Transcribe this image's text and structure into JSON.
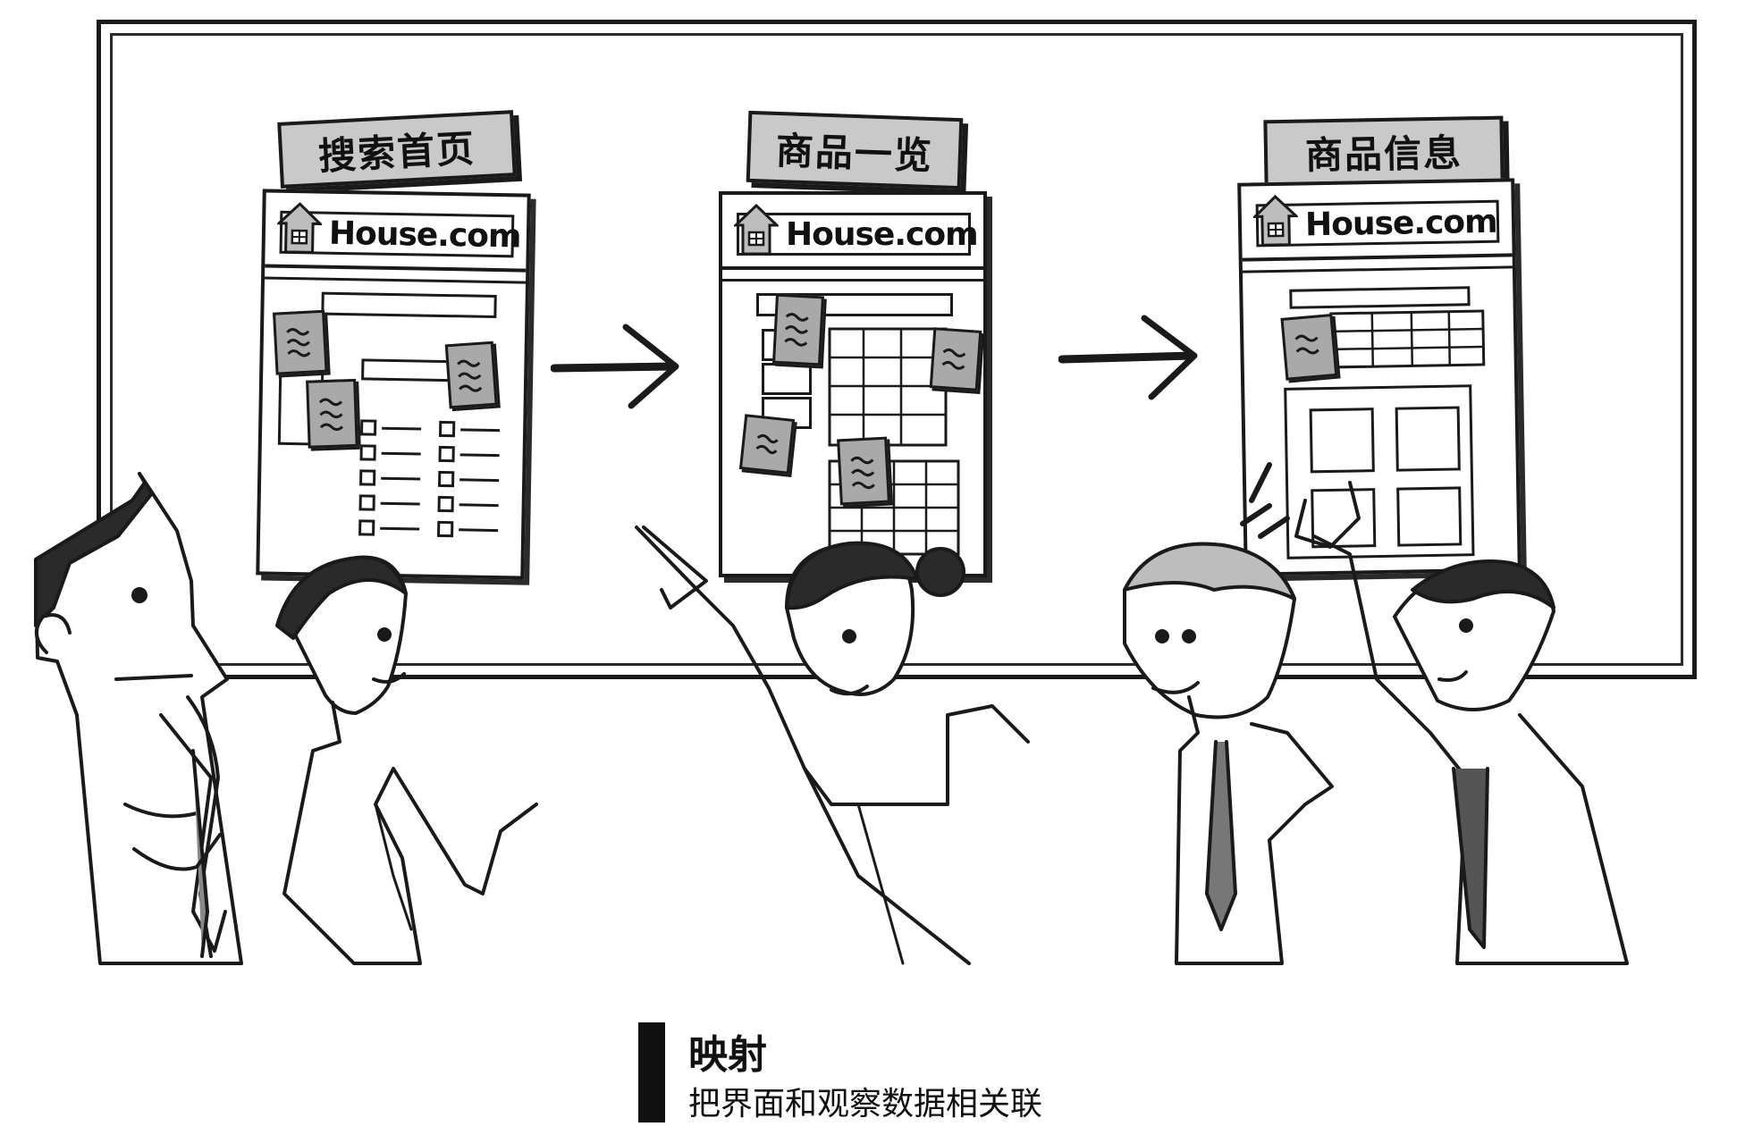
{
  "screens": [
    {
      "tag_label": "搜索首页",
      "logo_text": "House.com"
    },
    {
      "tag_label": "商品一览",
      "logo_text": "House.com"
    },
    {
      "tag_label": "商品信息",
      "logo_text": "House.com"
    }
  ],
  "caption": {
    "title": "映射",
    "subtitle": "把界面和观察数据相关联"
  },
  "icons": [
    "house-logo-icon",
    "right-arrow-icon",
    "sticky-note-icon",
    "checkbox-icon"
  ],
  "colors": {
    "ink": "#1a1a1a",
    "tag_fill": "#c9c9c9",
    "note_fill": "#a9a9a9",
    "background": "#ffffff"
  }
}
